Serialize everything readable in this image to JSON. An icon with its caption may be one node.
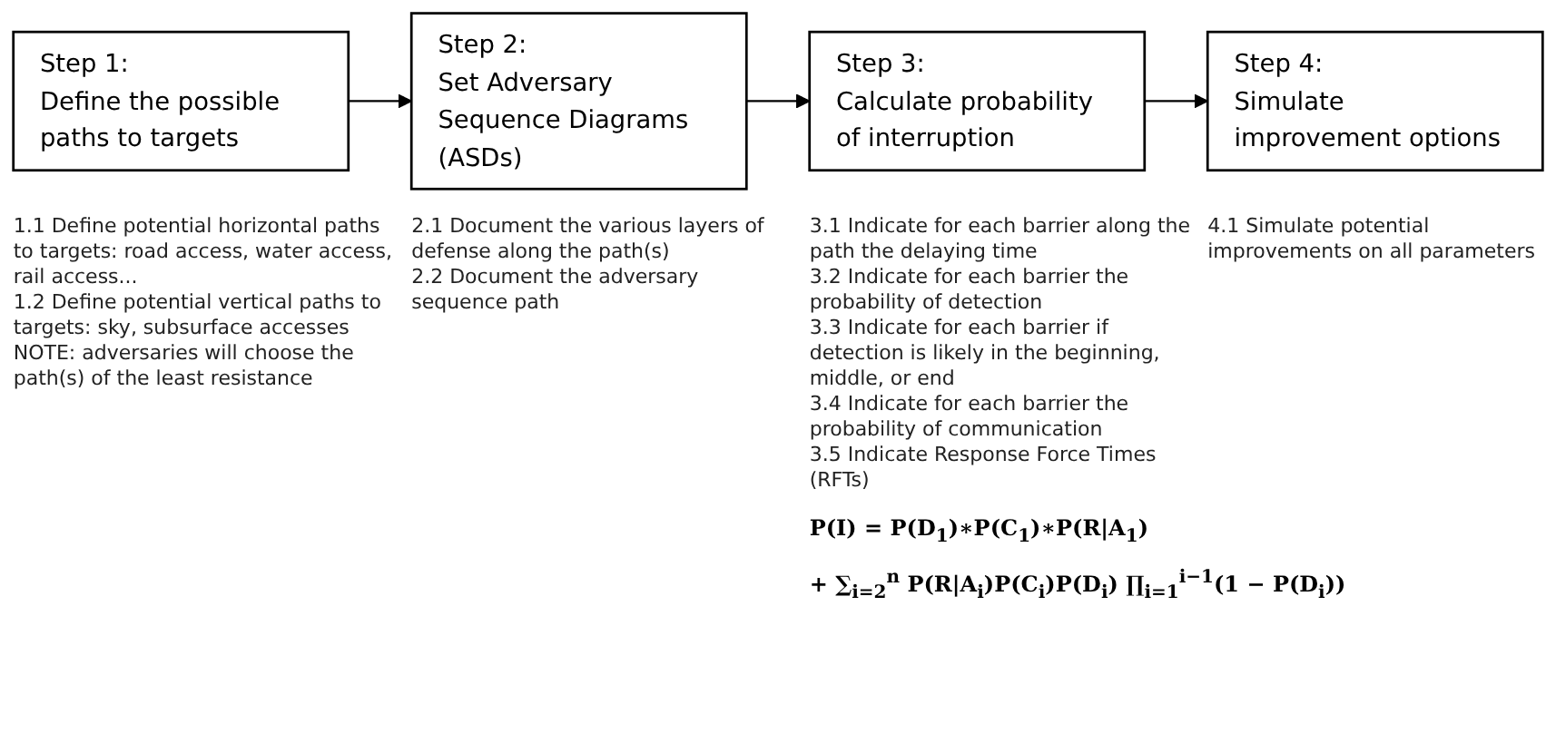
{
  "diagram": {
    "nodes": [
      {
        "text": [
          "Step 1:",
          "Define the possible paths to targets"
        ],
        "beside": [
          "1.1 Define potential horizontal paths to targets: road access, water access, rail access...",
          "1.2 Define potential vertical paths to targets: sky, subsurface accesses",
          "NOTE: adversaries will choose the path(s) of the least resistance"
        ]
      },
      {
        "text": [
          "Step 2:",
          "Set Adversary Sequence Diagrams (ASDs)"
        ],
        "beside": [
          "2.1 Document the various layers of defense along the path(s)",
          "2.2 Document the adversary sequence path"
        ]
      },
      {
        "text": [
          "Step 3:",
          "Calculate probability of interruption"
        ],
        "beside": [
          "3.1 Indicate for each barrier along the path the delaying time",
          "3.2 Indicate for each barrier the probability of detection",
          "3.3 Indicate for each barrier if detection is likely in the beginning, middle, or end",
          "3.4 Indicate for each barrier the probability of communication",
          "3.5 Indicate Response Force Times (RFTs)"
        ]
      },
      {
        "text": [
          "Step 4:",
          "Simulate improvement options"
        ],
        "beside": [
          "4.1 Simulate potential improvements on all parameters"
        ]
      }
    ],
    "edges": [
      {
        "from": 0,
        "to": 1,
        "arrow": "to"
      },
      {
        "from": 1,
        "to": 2,
        "arrow": "to"
      },
      {
        "from": 2,
        "to": 3,
        "arrow": "to"
      }
    ],
    "labels": [
      "P(I) = P(D$_{1}$)∗P(C$_{1}$)∗P(R|A$_{1}$)",
      "+ ∑$_{i=2}$$^{n}$ P(R|A$_{i}$)P(C$_{i}$)P(D$_{i}$) ∏$_{i=1}$$^{i−1}$(1 − P(D$_{i}$))"
    ]
  }
}
